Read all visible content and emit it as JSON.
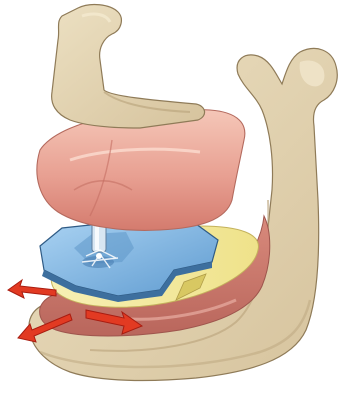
{
  "figure": {
    "labels": [],
    "colors": {
      "bone": "#e2d3b2",
      "bone_shadow": "#c9b48c",
      "bone_outline": "#8f7b58",
      "gum": "#e49b8c",
      "gum_dark": "#c96e64",
      "gum_light": "#f2c0b2",
      "plate_yellow": "#f4eba0",
      "plate_blue": "#7fb8e6",
      "plate_blue_dark": "#3d6f9e",
      "pin": "#d8e6f2",
      "arrow_red": "#e23a22",
      "arrow_dark": "#a81c10",
      "background": "#ffffff"
    },
    "icons": [
      "mandible-bone",
      "maxilla-bone",
      "upper-gum-block",
      "lower-gum-block",
      "bite-plate",
      "tracing-plate",
      "central-bearing-pin",
      "arrow-icon",
      "arrow-icon",
      "arrow-icon"
    ]
  }
}
